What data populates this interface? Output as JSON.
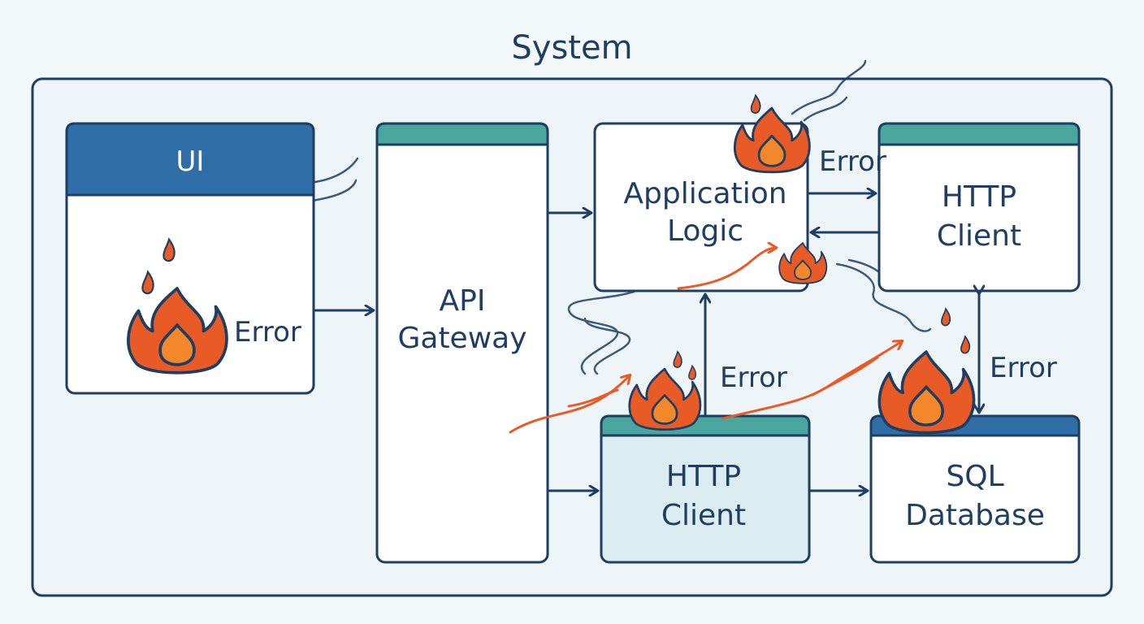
{
  "title": "System",
  "colors": {
    "outline": "#1e3f63",
    "header_blue": "#2f6ea7",
    "header_teal": "#4aa69e",
    "fire_red": "#e85a26",
    "fire_orange": "#f2872c",
    "smoke": "#dfe9ef"
  },
  "components": {
    "ui": {
      "label": "UI"
    },
    "api_gateway": {
      "line1": "API",
      "line2": "Gateway"
    },
    "application_logic": {
      "line1": "Application",
      "line2": "Logic"
    },
    "http_client_top": {
      "line1": "HTTP",
      "line2": "Client"
    },
    "http_client_bottom": {
      "line1": "HTTP",
      "line2": "Client"
    },
    "sql_database": {
      "line1": "SQL",
      "line2": "Database"
    }
  },
  "edge_labels": {
    "ui_to_gateway": "Error",
    "logic_to_http": "Error",
    "http_bottom_to_logic": "Error",
    "http_top_to_db": "Error"
  },
  "icons": [
    "fire-icon",
    "smoke-icon",
    "arrow-icon"
  ]
}
